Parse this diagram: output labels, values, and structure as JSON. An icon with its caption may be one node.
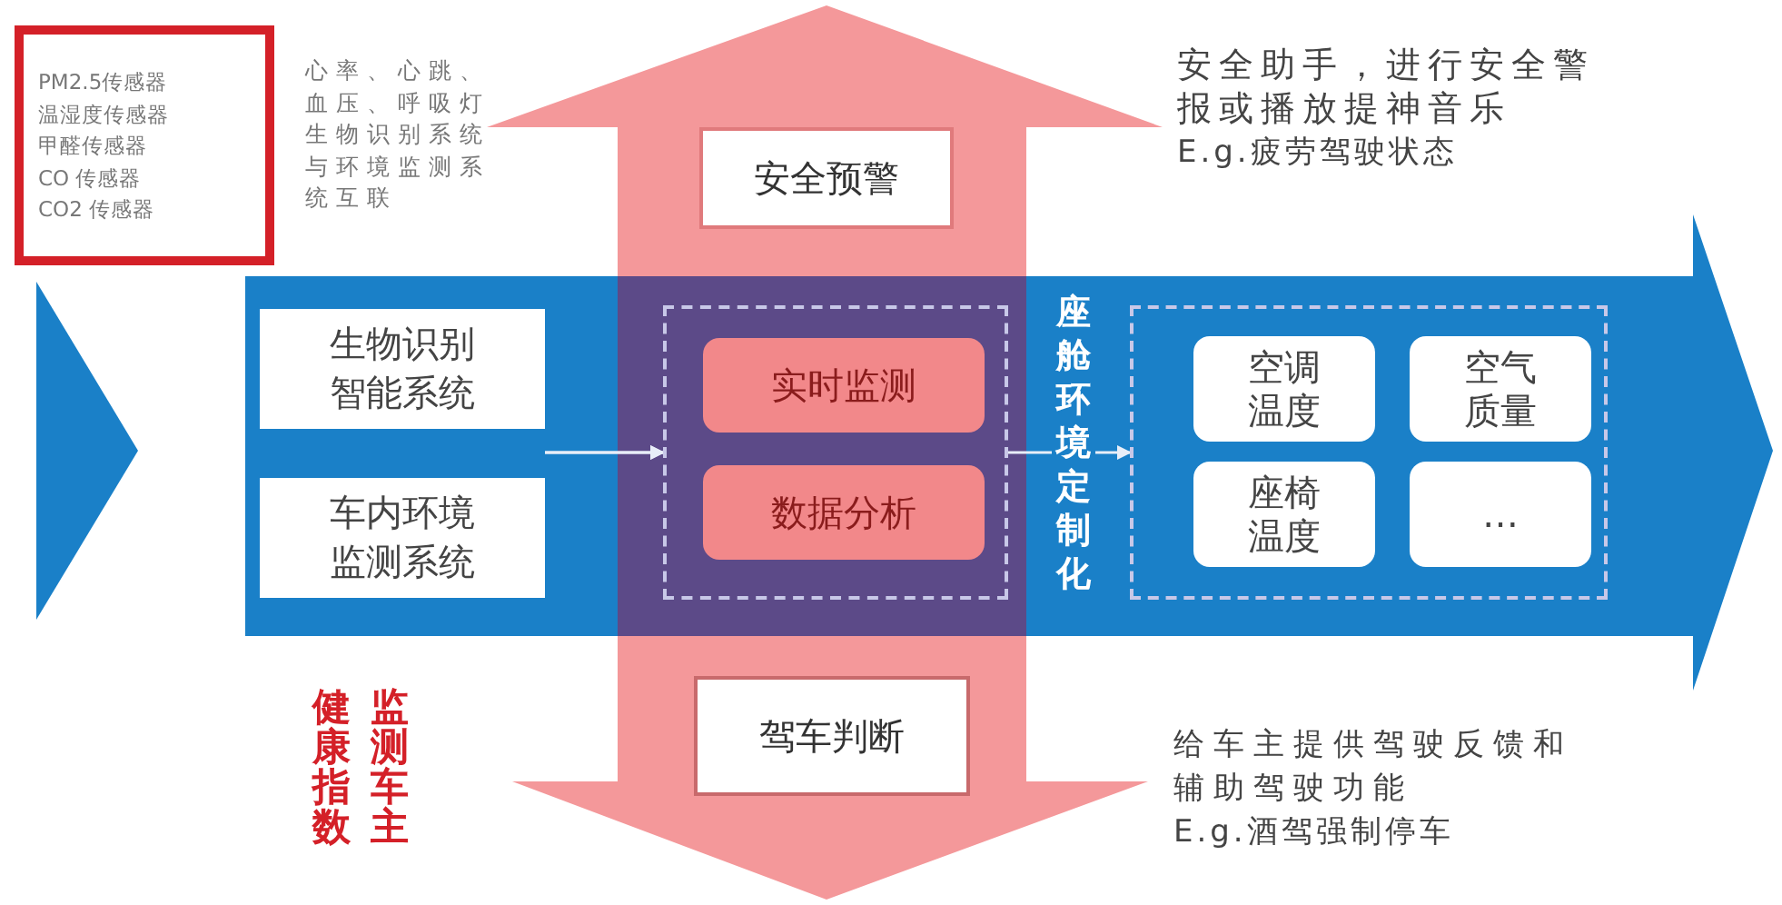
{
  "diagram": {
    "nodes": [
      {
        "text": [
          "PM2.5传感器",
          "温湿度传感器",
          "甲醛传感器",
          "CO 传感器",
          "CO2 传感器"
        ]
      },
      {
        "text": [
          "生物识别智能系统"
        ]
      },
      {
        "text": [
          "车内环境监测系统"
        ]
      },
      {
        "text": [],
        "shape": "box"
      },
      {
        "text": [
          "实时监测"
        ],
        "in": 3
      },
      {
        "text": [
          "数据分析"
        ],
        "in": 3
      },
      {
        "text": [
          "安全预警"
        ]
      },
      {
        "text": [
          "驾车判断"
        ]
      },
      {
        "text": [],
        "shape": "box"
      },
      {
        "text": [
          "空调温度"
        ],
        "in": 8
      },
      {
        "text": [
          "空气质量"
        ],
        "in": 8
      },
      {
        "text": [
          "座椅温度"
        ],
        "in": 8
      },
      {
        "text": [
          "…"
        ],
        "in": 8
      }
    ],
    "edges": [
      {
        "from": 1,
        "to": 3,
        "arrow": "to"
      },
      {
        "from": 2,
        "to": 3,
        "arrow": "to"
      },
      {
        "from": 3,
        "to": 8,
        "arrow": "to",
        "label": "座舱环境定制化"
      }
    ],
    "labels": [
      "心率、心跳、血压、呼吸灯生物识别系统与环境监测系统互联",
      "安全助手，进行安全警报或播放提神音乐",
      "E.g.疲劳驾驶状态",
      "健康指数",
      "监测车主",
      "给车主提供驾驶反馈和辅助驾驶功能",
      "E.g.酒驾强制停车"
    ]
  }
}
